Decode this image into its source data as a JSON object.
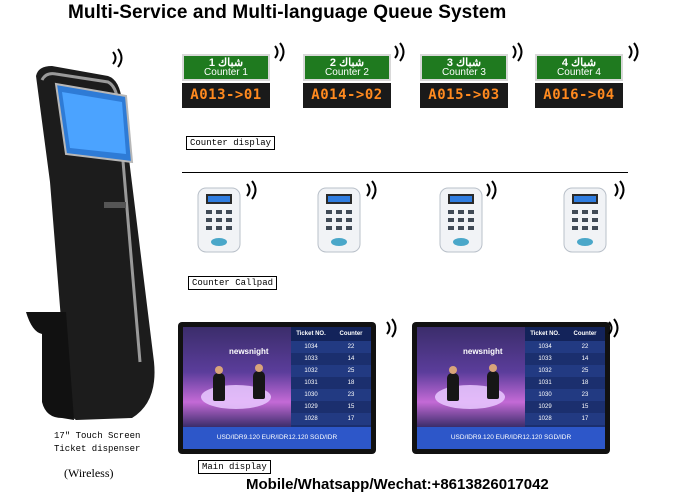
{
  "title": "Multi-Service and Multi-language Queue System",
  "kiosk": {
    "label_line1": "17\" Touch Screen",
    "label_line2": "Ticket dispenser",
    "subtitle": "(Wireless)"
  },
  "counter_displays": [
    {
      "arabic": "شباك 1",
      "name": "Counter 1",
      "ticket": "A013->01"
    },
    {
      "arabic": "شباك 2",
      "name": "Counter 2",
      "ticket": "A014->02"
    },
    {
      "arabic": "شباك 3",
      "name": "Counter 3",
      "ticket": "A015->03"
    },
    {
      "arabic": "شباك 4",
      "name": "Counter 4",
      "ticket": "A016->04"
    }
  ],
  "captions": {
    "counter_display": "Counter display",
    "counter_callpad": "Counter Callpad",
    "main_display": "Main display"
  },
  "main_display": {
    "col_ticket": "Ticket NO.",
    "col_counter": "Counter",
    "rows": [
      {
        "ticket": "1034",
        "counter": "22"
      },
      {
        "ticket": "1033",
        "counter": "14"
      },
      {
        "ticket": "1032",
        "counter": "25"
      },
      {
        "ticket": "1031",
        "counter": "18"
      },
      {
        "ticket": "1030",
        "counter": "23"
      },
      {
        "ticket": "1029",
        "counter": "15"
      },
      {
        "ticket": "1028",
        "counter": "17"
      }
    ],
    "ticker": "USD/IDR9.120 EUR/IDR12.120 SGD/IDR",
    "video_logo": "newsnight"
  },
  "contact": "Mobile/Whatsapp/Wechat:+8613826017042"
}
